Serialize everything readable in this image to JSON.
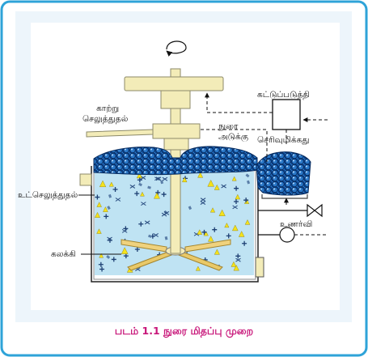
{
  "diagram": {
    "labels": {
      "air_inlet": [
        "காற்று",
        "செலுத்துதல்"
      ],
      "froth_layer": [
        "நுரை",
        "அடுக்கு"
      ],
      "controller": "கட்டுப்படுத்தி",
      "scraper": "செரிவுமிக்கது",
      "feed_inlet": "உட்செலுத்துதல்",
      "sensor": "உணர்வி",
      "impeller": "கலக்கி"
    },
    "caption": "படம் 1.1 நுரை மிதப்பு முறை"
  },
  "colors": {
    "frame_border": "#2ea3d8",
    "inner_panel": "#edf5fb",
    "caption_text": "#c8177a",
    "liquid": "#bfe3f3",
    "shaft": "#f3ecb8",
    "blades": "#efd27e",
    "bubbles": "#0b4a9a",
    "particles_yellow": "#f5e21a"
  }
}
